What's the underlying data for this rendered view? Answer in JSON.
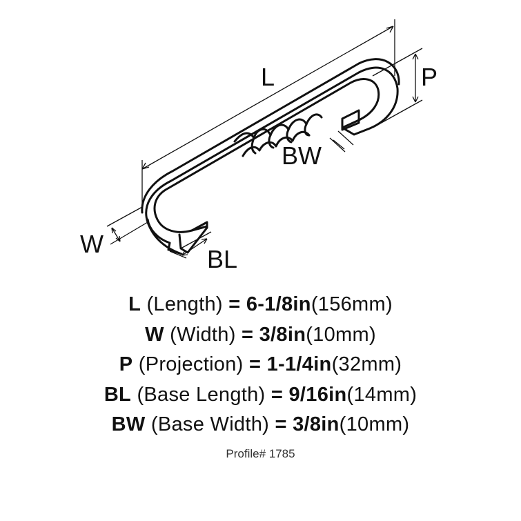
{
  "diagram": {
    "labels": {
      "L": "L",
      "P": "P",
      "BW": "BW",
      "W": "W",
      "BL": "BL"
    }
  },
  "specs": [
    {
      "code": "L",
      "desc": "(Length)",
      "eq": "=",
      "imperial": "6-1/8in",
      "metric": "(156mm)"
    },
    {
      "code": "W",
      "desc": "(Width)",
      "eq": "=",
      "imperial": "3/8in",
      "metric": "(10mm)"
    },
    {
      "code": "P",
      "desc": "(Projection)",
      "eq": "=",
      "imperial": "1-1/4in",
      "metric": "(32mm)"
    },
    {
      "code": "BL",
      "desc": "(Base Length)",
      "eq": "=",
      "imperial": "9/16in",
      "metric": "(14mm)"
    },
    {
      "code": "BW",
      "desc": "(Base Width)",
      "eq": "=",
      "imperial": "3/8in",
      "metric": "(10mm)"
    }
  ],
  "profile": "Profile# 1785"
}
